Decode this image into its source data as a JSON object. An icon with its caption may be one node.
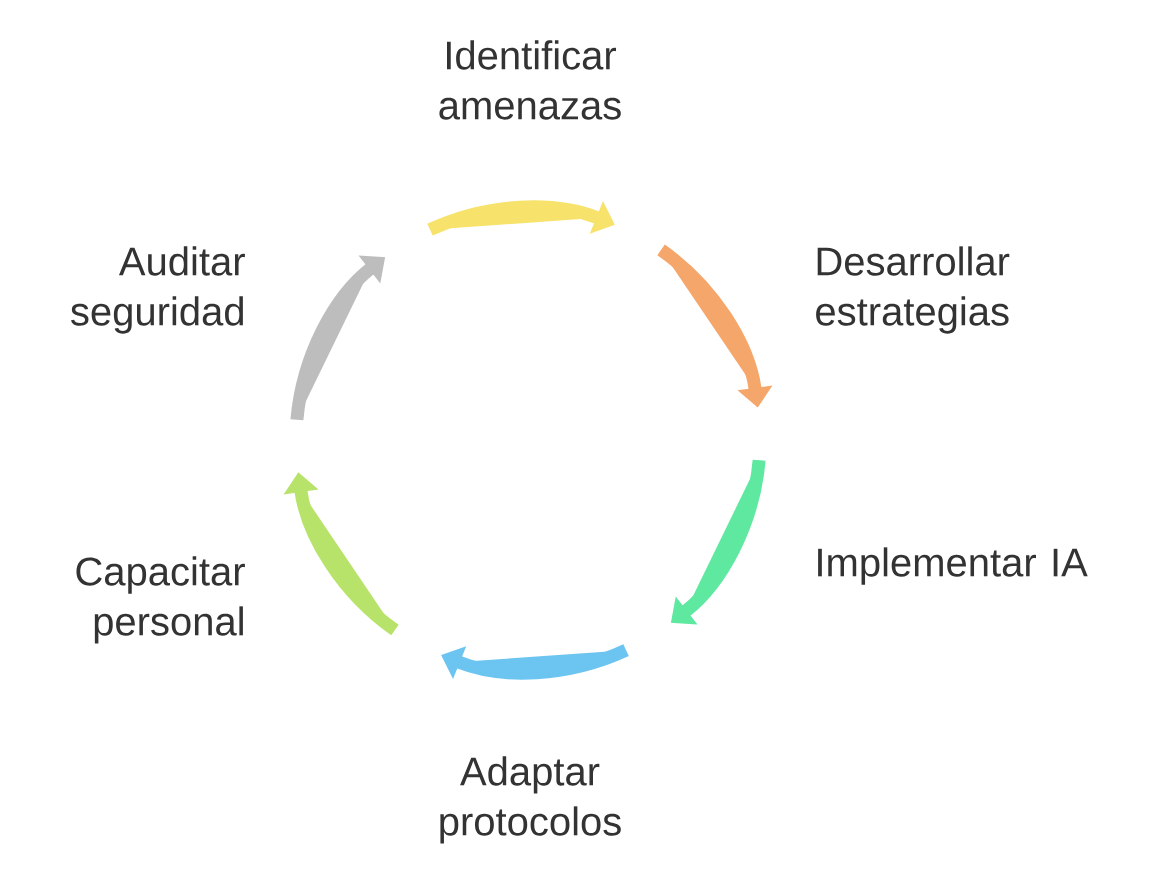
{
  "diagram": {
    "nodes": [
      {
        "text": [
          "Identificar amenazas"
        ]
      },
      {
        "text": [
          "Desarrollar estrategias"
        ]
      },
      {
        "text": [
          "Implementar IA"
        ]
      },
      {
        "text": [
          "Adaptar protocolos"
        ]
      },
      {
        "text": [
          "Capacitar personal"
        ]
      },
      {
        "text": [
          "Auditar seguridad"
        ]
      }
    ]
  }
}
